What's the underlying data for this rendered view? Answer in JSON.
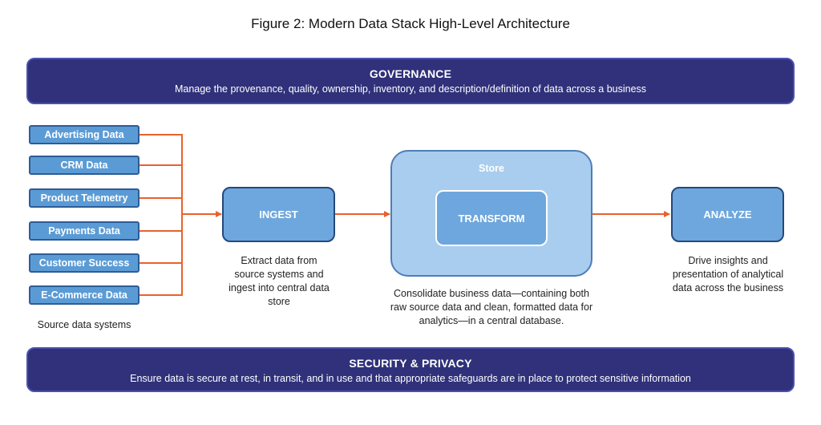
{
  "figure": {
    "prefix": "Figure 2:",
    "title": "Modern Data Stack High-Level Architecture"
  },
  "governance": {
    "title": "GOVERNANCE",
    "description": "Manage the provenance, quality, ownership, inventory, and description/definition of data across a business"
  },
  "sources": {
    "items": [
      "Advertising Data",
      "CRM Data",
      "Product Telemetry",
      "Payments Data",
      "Customer Success",
      "E-Commerce Data"
    ],
    "caption": "Source data systems"
  },
  "ingest": {
    "label": "INGEST",
    "caption": [
      "Extract data from",
      "source systems and",
      "ingest into central data",
      "store"
    ]
  },
  "store": {
    "label": "Store",
    "transform_label": "TRANSFORM",
    "caption": [
      "Consolidate business data—containing both",
      "raw source data and clean, formatted data for",
      "analytics—in a central database."
    ]
  },
  "analyze": {
    "label": "ANALYZE",
    "caption": [
      "Drive insights and",
      "presentation of analytical",
      "data across the business"
    ]
  },
  "security": {
    "title": "SECURITY & PRIVACY",
    "description": "Ensure data is secure at rest, in transit, and in use and that appropriate safeguards are in place to protect sensitive information"
  },
  "colors": {
    "band": "#30317a",
    "source_box": "#5b9bd5",
    "stage_box": "#6ea7dd",
    "store_box": "#a9cdef",
    "connector": "#e8622c"
  }
}
